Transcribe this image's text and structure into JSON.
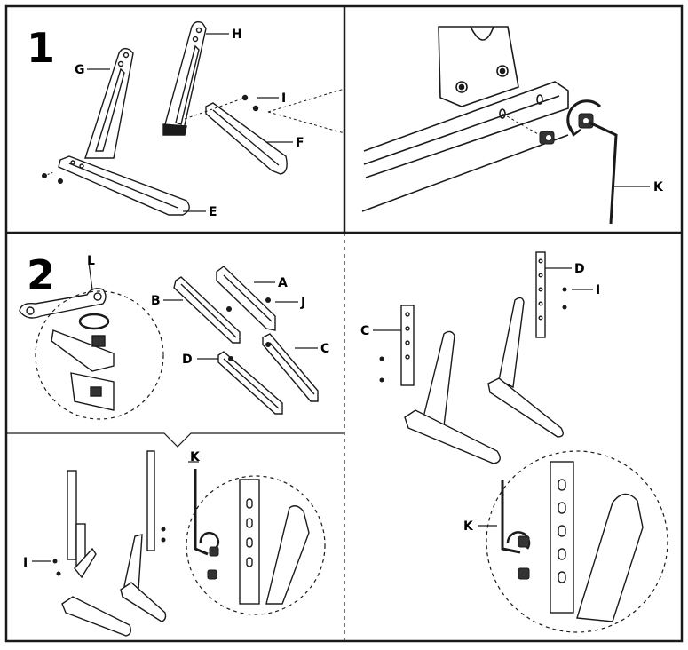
{
  "steps": [
    "1",
    "2"
  ],
  "labels": {
    "A": "A",
    "B": "B",
    "C": "C",
    "D": "D",
    "E": "E",
    "F": "F",
    "G": "G",
    "H": "H",
    "I": "I",
    "J": "J",
    "K": "K",
    "L": "L"
  },
  "colors": {
    "ink": "#1a1a1a",
    "paper": "#ffffff",
    "shade": "#444444"
  }
}
